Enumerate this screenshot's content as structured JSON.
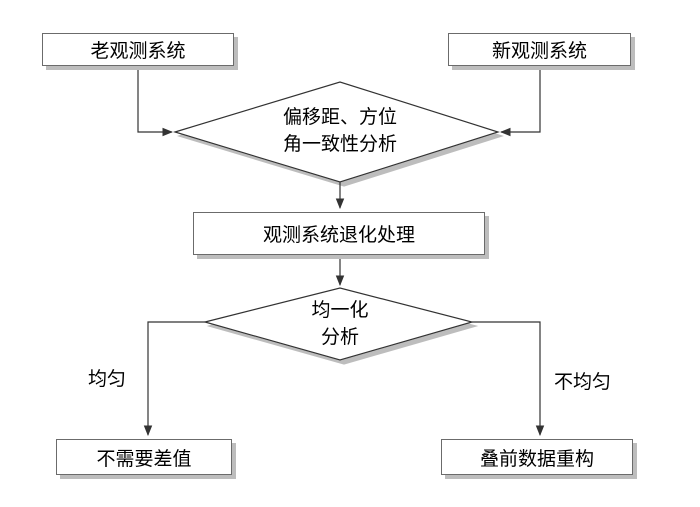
{
  "nodes": {
    "old_system": "老观测系统",
    "new_system": "新观测系统",
    "consistency_line1": "偏移距、方位",
    "consistency_line2": "角一致性分析",
    "degrade": "观测系统退化处理",
    "uniform_line1": "均一化",
    "uniform_line2": "分析",
    "no_interp": "不需要差值",
    "reconstruct": "叠前数据重构"
  },
  "edges": {
    "uniform": "均匀",
    "nonuniform": "不均匀"
  }
}
